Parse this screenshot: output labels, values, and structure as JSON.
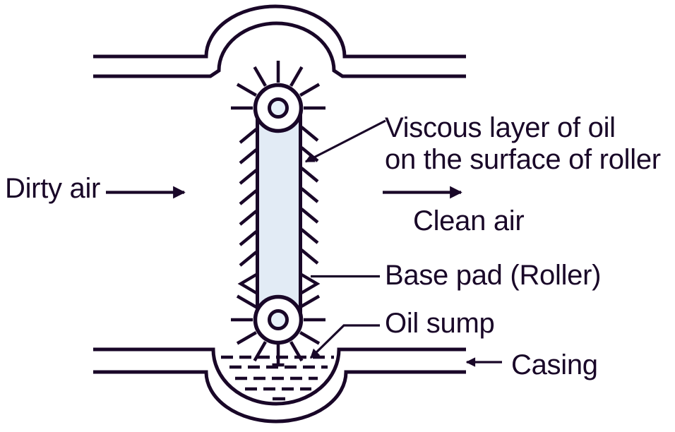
{
  "labels": {
    "dirty_air": "Dirty air",
    "clean_air": "Clean air",
    "viscous_layer_line1": "Viscous layer of oil",
    "viscous_layer_line2": "on the surface of roller",
    "base_pad": "Base pad (Roller)",
    "oil_sump": "Oil sump",
    "casing": "Casing"
  },
  "colors": {
    "line": "#190728",
    "roller_fill": "#e2ebf5",
    "hub_fill": "#e7f0f9",
    "canvas": "#ffffff"
  }
}
